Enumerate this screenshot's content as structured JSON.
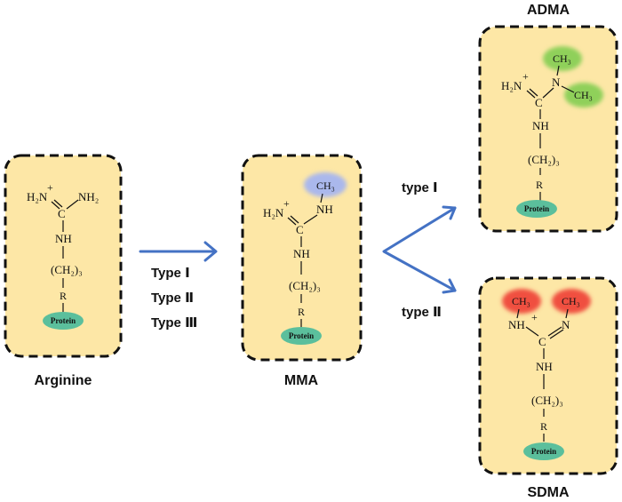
{
  "molecules": {
    "arginine": {
      "name": "Arginine",
      "atoms": {
        "h2n": "H₂N",
        "plus": "+",
        "nh2": "NH₂",
        "c": "C",
        "nh": "NH",
        "chain": "(CH₂)₃",
        "r": "R",
        "protein": "Protein"
      }
    },
    "mma": {
      "name": "MMA",
      "atoms": {
        "h2n": "H₂N",
        "plus": "+",
        "ch3": "CH₃",
        "nh_top": "NH",
        "c": "C",
        "nh": "NH",
        "chain": "(CH₂)₃",
        "r": "R",
        "protein": "Protein"
      }
    },
    "adma": {
      "name": "ADMA",
      "atoms": {
        "h2n": "H₂N",
        "plus": "+",
        "n": "N",
        "ch3_a": "CH₃",
        "ch3_b": "CH₃",
        "c": "C",
        "nh": "NH",
        "chain": "(CH₂)₃",
        "r": "R",
        "protein": "Protein"
      }
    },
    "sdma": {
      "name": "SDMA",
      "atoms": {
        "ch3_a": "CH₃",
        "ch3_b": "CH₃",
        "nh_left": "NH",
        "plus": "+",
        "n_right": "N",
        "c": "C",
        "nh": "NH",
        "chain": "(CH₂)₃",
        "r": "R",
        "protein": "Protein"
      }
    }
  },
  "arrows": {
    "first": {
      "labels": [
        "Type Ⅰ",
        "Type Ⅱ",
        "Type Ⅲ"
      ]
    },
    "upper": {
      "label": "type Ⅰ"
    },
    "lower": {
      "label": "type Ⅱ"
    }
  },
  "colors": {
    "box_fill": "#fde7a6",
    "arrow": "#4472c4",
    "protein": "#5bbf9c",
    "methyl_mma": "#aab8ec",
    "methyl_adma": "#8fd05a",
    "methyl_sdma": "#f05040"
  }
}
